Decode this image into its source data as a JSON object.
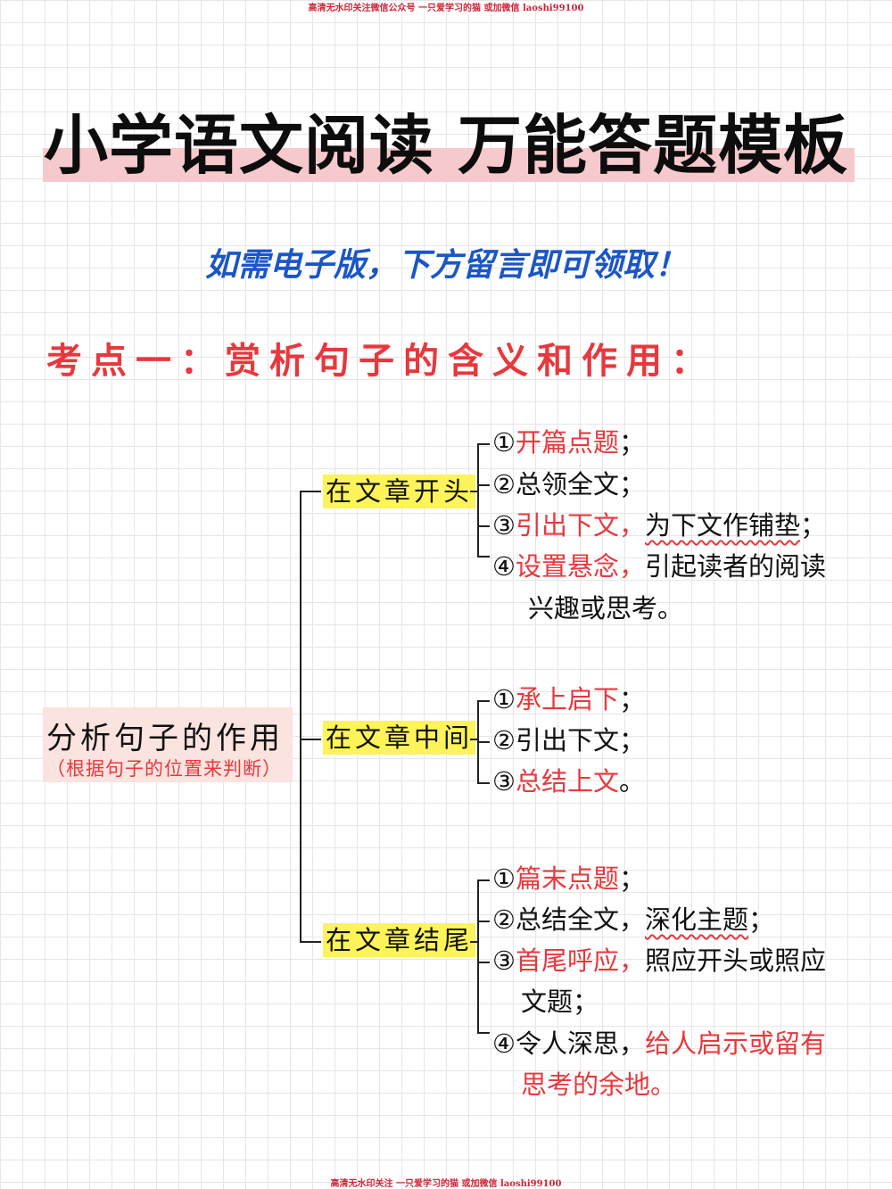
{
  "watermark_top": "高清无水印关注微信公众号 一只爱学习的猫 或加微信 laoshi99100",
  "watermark_bottom": "高清无水印关注 一只爱学习的猫 或加微信 laoshi99100",
  "title": "小学语文阅读 万能答题模板",
  "subtitle": "如需电子版，下方留言即可领取！",
  "section_heading": "考点一：赏析句子的含义和作用：",
  "root": {
    "title": "分析句子的作用",
    "subtitle": "（根据句子的位置来判断）"
  },
  "branches": [
    {
      "label": "在文章开头"
    },
    {
      "label": "在文章中间"
    },
    {
      "label": "在文章结尾"
    }
  ],
  "leaves": {
    "b1_1": {
      "num": "①",
      "red": "开篇点题",
      "rest": "；"
    },
    "b1_2": {
      "num": "②",
      "text": "总领全文；"
    },
    "b1_3": {
      "num": "③",
      "red": "引出下文，",
      "wavy": "为下文作铺垫",
      "end": "；"
    },
    "b1_4": {
      "num": "④",
      "red": "设置悬念，",
      "rest": "引起读者的阅读",
      "cont": "兴趣或思考。"
    },
    "b2_1": {
      "num": "①",
      "red": "承上启下",
      "rest": "；"
    },
    "b2_2": {
      "num": "②",
      "text": "引出下文；"
    },
    "b2_3": {
      "num": "③",
      "red": "总结上文",
      "rest": "。"
    },
    "b3_1": {
      "num": "①",
      "red": "篇末点题",
      "rest": "；"
    },
    "b3_2": {
      "num": "②",
      "text": "总结全文，",
      "wavy": "深化主题",
      "end": "；"
    },
    "b3_3": {
      "num": "③",
      "red": "首尾呼应，",
      "rest": "照应开头或照应",
      "cont": "文题；"
    },
    "b3_4": {
      "num": "④",
      "text": "令人深思，",
      "red": "给人启示或留有",
      "cont": "思考的余地。"
    }
  },
  "colors": {
    "red": "#e8383d",
    "blue": "#1a56c6",
    "highlight_yellow": "#fdf35a",
    "title_highlight": "#f6c9cc",
    "root_bg": "#fbe3df"
  }
}
